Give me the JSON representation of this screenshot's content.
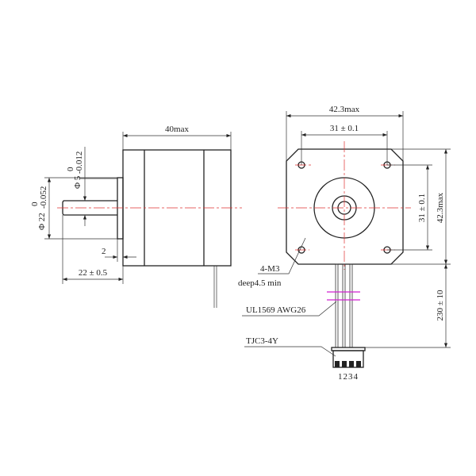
{
  "side_view": {
    "length_label": "40max",
    "flange_diameter_label": "Φ 22",
    "flange_tol_upper": "0",
    "flange_tol_lower": "-0.052",
    "shaft_diameter_label": "Φ 5",
    "shaft_tol_upper": "0",
    "shaft_tol_lower": "-0.012",
    "flange_thickness_label": "2",
    "shaft_length_label": "22 ± 0.5"
  },
  "front_view": {
    "width_label": "42.3max",
    "hole_spacing_h_label": "31 ± 0.1",
    "hole_spacing_v_label": "31 ± 0.1",
    "height_label": "42.3max",
    "hole_note_1": "4-M3",
    "hole_note_2": "deep4.5 min",
    "wire_label": "UL1569 AWG26",
    "wire_length_label": "230 ± 10",
    "connector_label": "TJC3-4Y",
    "pin_numbers": "1234"
  },
  "colors": {
    "centerline": "#e03030",
    "break_mark": "#d020d0"
  }
}
